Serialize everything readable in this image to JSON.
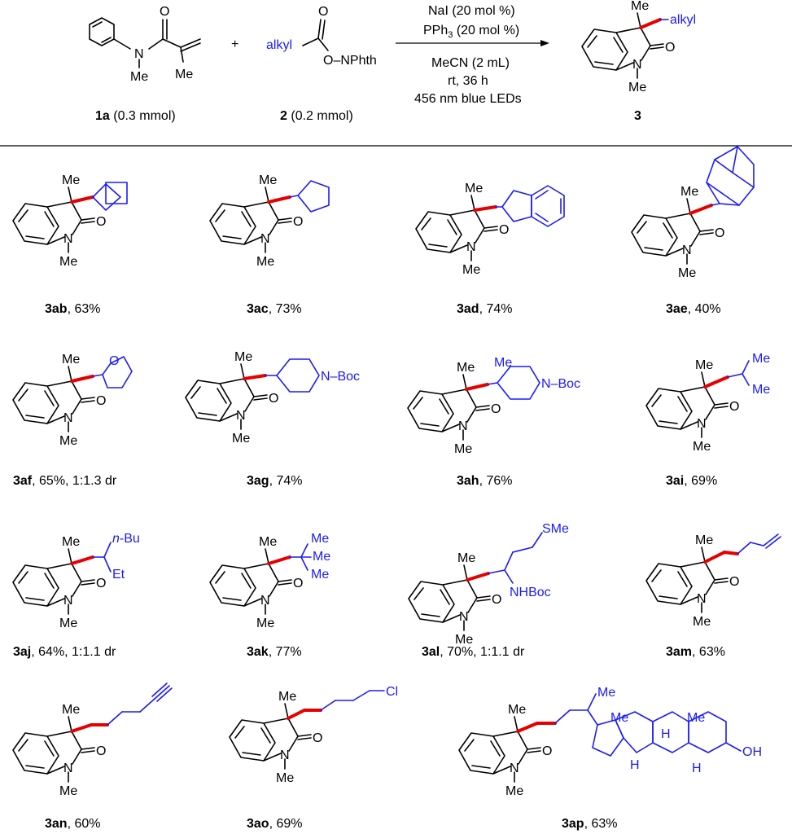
{
  "scheme": {
    "reactant1": {
      "id": "1a",
      "amount": "(0.3 mmol)",
      "substituents": [
        "N",
        "Me",
        "O",
        "Me"
      ]
    },
    "reactant2": {
      "id": "2",
      "amount": "(0.2 mmol)",
      "alkyl": "alkyl",
      "leaving_group": "O–NPhth",
      "carbonyl_o": "O"
    },
    "plus": "+",
    "conditions": [
      "NaI (20 mol %)",
      "PPh",
      "(20 mol %)",
      "MeCN (2 mL)",
      "rt, 36 h",
      "456 nm blue LEDs"
    ],
    "pph_sub": "3",
    "product": {
      "id": "3",
      "alkyl": "alkyl",
      "me_top": "Me",
      "o": "O",
      "n": "N",
      "me_n": "Me"
    }
  },
  "core_labels": {
    "me": "Me",
    "o": "O",
    "n": "N",
    "nme": "Me"
  },
  "compounds": [
    {
      "id": "3ab",
      "caption": ", 63%"
    },
    {
      "id": "3ac",
      "caption": ", 73%"
    },
    {
      "id": "3ad",
      "caption": ", 74%"
    },
    {
      "id": "3ae",
      "caption": ", 40%"
    },
    {
      "id": "3af",
      "caption": ", 65%, 1:1.3 dr",
      "labels": [
        "O"
      ]
    },
    {
      "id": "3ag",
      "caption": ", 74%",
      "labels": [
        "N–Boc"
      ]
    },
    {
      "id": "3ah",
      "caption": ", 76%",
      "labels": [
        "Me",
        "N–Boc"
      ]
    },
    {
      "id": "3ai",
      "caption": ", 69%",
      "labels": [
        "Me",
        "Me"
      ]
    },
    {
      "id": "3aj",
      "caption": ", 64%, 1:1.1 dr",
      "labels": [
        "n",
        "-Bu",
        "Et"
      ]
    },
    {
      "id": "3ak",
      "caption": ", 77%",
      "labels": [
        "Me",
        "Me",
        "Me"
      ]
    },
    {
      "id": "3al",
      "caption": ", 70%, 1:1.1 dr",
      "labels": [
        "SMe",
        "NHBoc"
      ]
    },
    {
      "id": "3am",
      "caption": ", 63%"
    },
    {
      "id": "3an",
      "caption": ", 60%"
    },
    {
      "id": "3ao",
      "caption": ", 69%",
      "labels": [
        "Cl"
      ]
    },
    {
      "id": "3ap",
      "caption": ", 63%",
      "labels": [
        "Me",
        "Me",
        "Me",
        "H",
        "H",
        "H",
        "OH"
      ]
    }
  ],
  "colors": {
    "substituent": "#1a1aff",
    "new_bond": "#e60000"
  }
}
